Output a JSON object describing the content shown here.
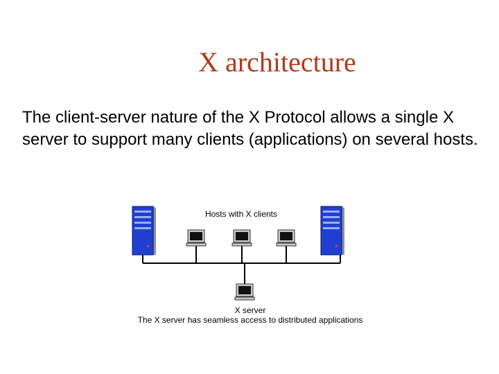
{
  "slide": {
    "title": "X architecture",
    "body": "The client-server nature of the X Protocol allows a single X server to support many clients (applications) on several hosts."
  },
  "diagram": {
    "hosts_label": "Hosts with X clients",
    "server_label": "X server",
    "caption": "The X server has seamless access to distributed applications",
    "colors": {
      "title": "#b23a1a",
      "tower_front": "#1e3fd0",
      "tower_side": "#8a8f99",
      "network_line": "#000000"
    },
    "icons": [
      "server-tower-icon",
      "workstation-icon"
    ]
  }
}
